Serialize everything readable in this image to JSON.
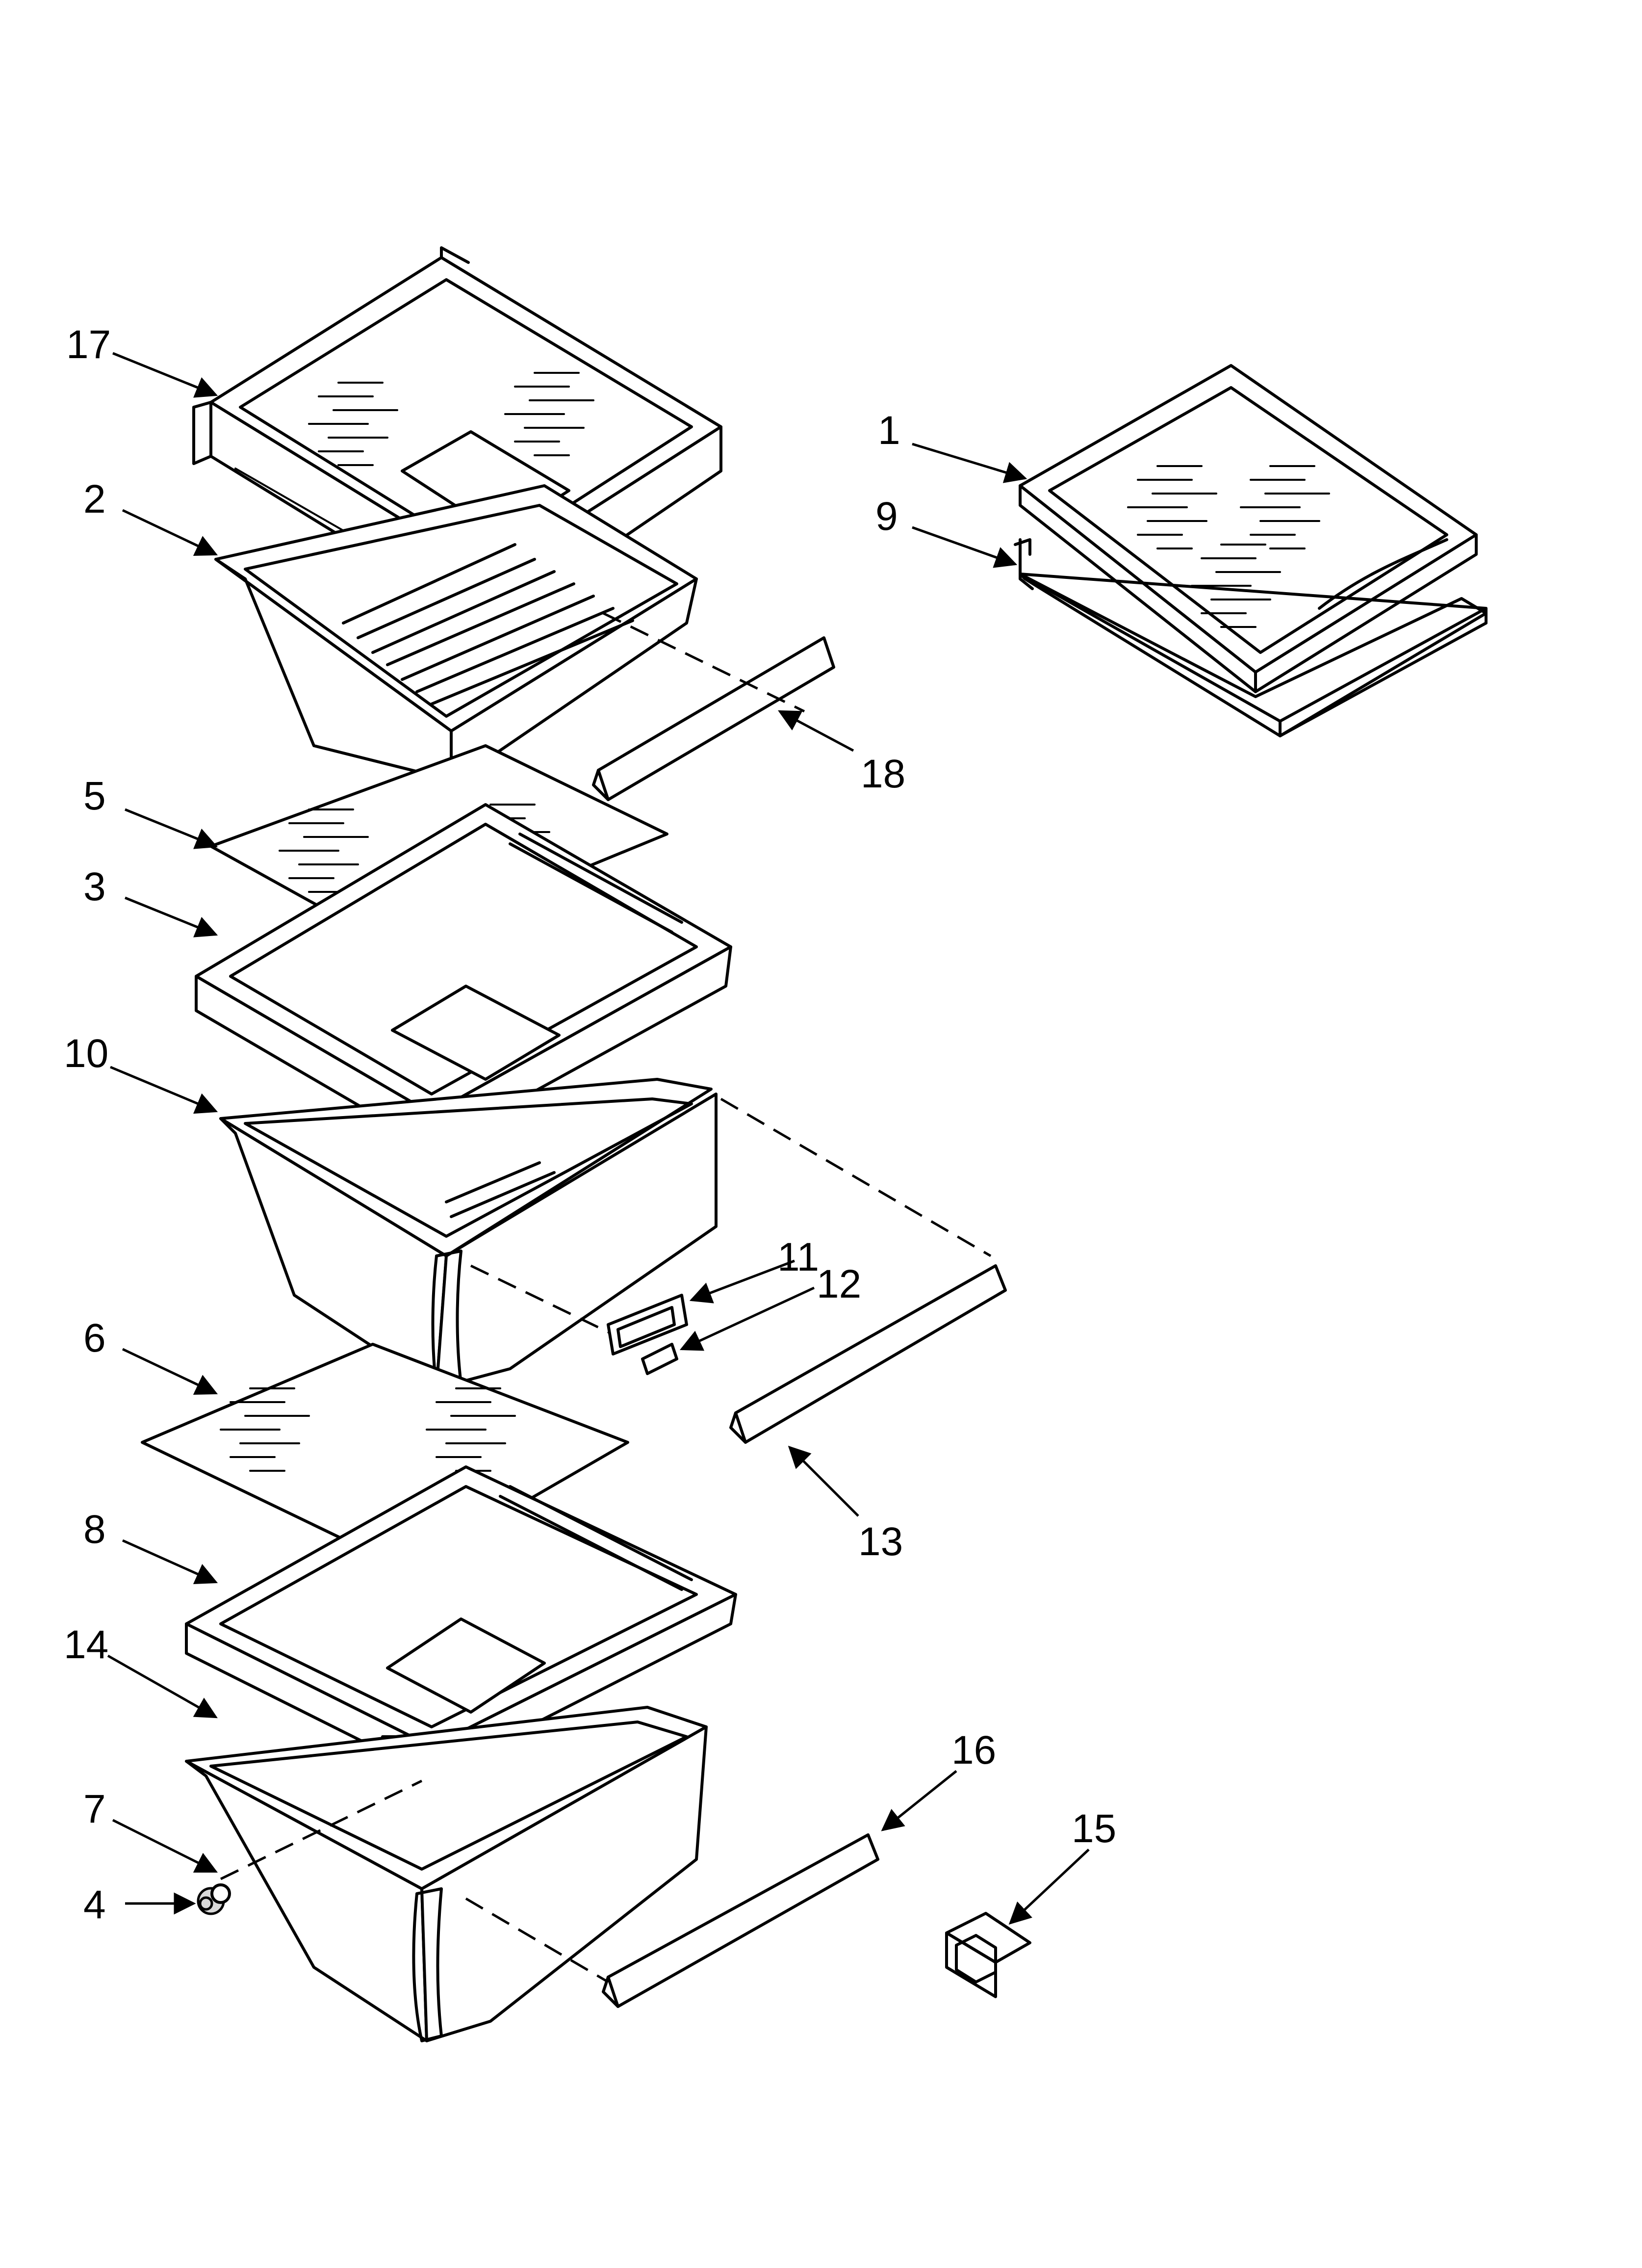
{
  "diagram": {
    "parts": [
      {
        "id": "part-1",
        "label": "1"
      },
      {
        "id": "part-2",
        "label": "2"
      },
      {
        "id": "part-3",
        "label": "3"
      },
      {
        "id": "part-4",
        "label": "4"
      },
      {
        "id": "part-5",
        "label": "5"
      },
      {
        "id": "part-6",
        "label": "6"
      },
      {
        "id": "part-7",
        "label": "7"
      },
      {
        "id": "part-8",
        "label": "8"
      },
      {
        "id": "part-9",
        "label": "9"
      },
      {
        "id": "part-10",
        "label": "10"
      },
      {
        "id": "part-11",
        "label": "11"
      },
      {
        "id": "part-12",
        "label": "12"
      },
      {
        "id": "part-13",
        "label": "13"
      },
      {
        "id": "part-14",
        "label": "14"
      },
      {
        "id": "part-15",
        "label": "15"
      },
      {
        "id": "part-16",
        "label": "16"
      },
      {
        "id": "part-17",
        "label": "17"
      },
      {
        "id": "part-18",
        "label": "18"
      }
    ]
  }
}
